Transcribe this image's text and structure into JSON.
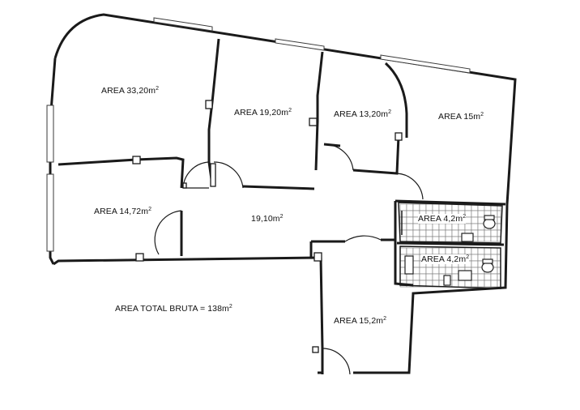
{
  "rooms": [
    {
      "label": "AREA 33,20m",
      "sup": "2"
    },
    {
      "label": "AREA 19,20m",
      "sup": "2"
    },
    {
      "label": "AREA 13,20m",
      "sup": "2"
    },
    {
      "label": "AREA 15m",
      "sup": "2"
    },
    {
      "label": "AREA 14,72m",
      "sup": "2"
    },
    {
      "label": "19,10m",
      "sup": "2"
    },
    {
      "label": "AREA 4,2m",
      "sup": "2"
    },
    {
      "label": "AREA 4,2m",
      "sup": "2"
    },
    {
      "label": "AREA 15,2m",
      "sup": "2"
    }
  ],
  "total": {
    "label": "AREA TOTAL BRUTA = 138m",
    "sup": "2"
  }
}
